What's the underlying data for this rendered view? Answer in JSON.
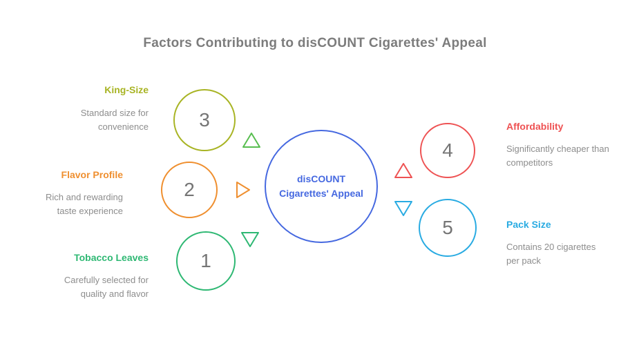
{
  "title": "Factors Contributing to disCOUNT Cigarettes' Appeal",
  "title_color": "#7c7c7c",
  "center": {
    "line1": "disCOUNT",
    "line2": "Cigarettes' Appeal",
    "color": "#4568e0"
  },
  "factors": [
    {
      "number": "1",
      "label": "Tobacco Leaves",
      "description": "Carefully selected for quality and flavor",
      "color": "#2eb873"
    },
    {
      "number": "2",
      "label": "Flavor Profile",
      "description": "Rich and rewarding taste experience",
      "color": "#ef8f2f"
    },
    {
      "number": "3",
      "label": "King-Size",
      "description": "Standard size for convenience",
      "color": "#a8b424"
    },
    {
      "number": "4",
      "label": "Affordability",
      "description": "Significantly cheaper than competitors",
      "color": "#ee5253"
    },
    {
      "number": "5",
      "label": "Pack Size",
      "description": "Contains 20 cigarettes per pack",
      "color": "#29abe2"
    }
  ],
  "arrows": [
    {
      "name": "arrow-up-left",
      "direction": "up",
      "color": "#57bd4f"
    },
    {
      "name": "arrow-right-middle",
      "direction": "right",
      "color": "#ef8f2f"
    },
    {
      "name": "arrow-down-left",
      "direction": "down",
      "color": "#2eb873"
    },
    {
      "name": "arrow-up-right",
      "direction": "up",
      "color": "#ee5253"
    },
    {
      "name": "arrow-down-right",
      "direction": "down",
      "color": "#29abe2"
    }
  ],
  "number_color": "#757575",
  "description_color": "#8d8d8d"
}
